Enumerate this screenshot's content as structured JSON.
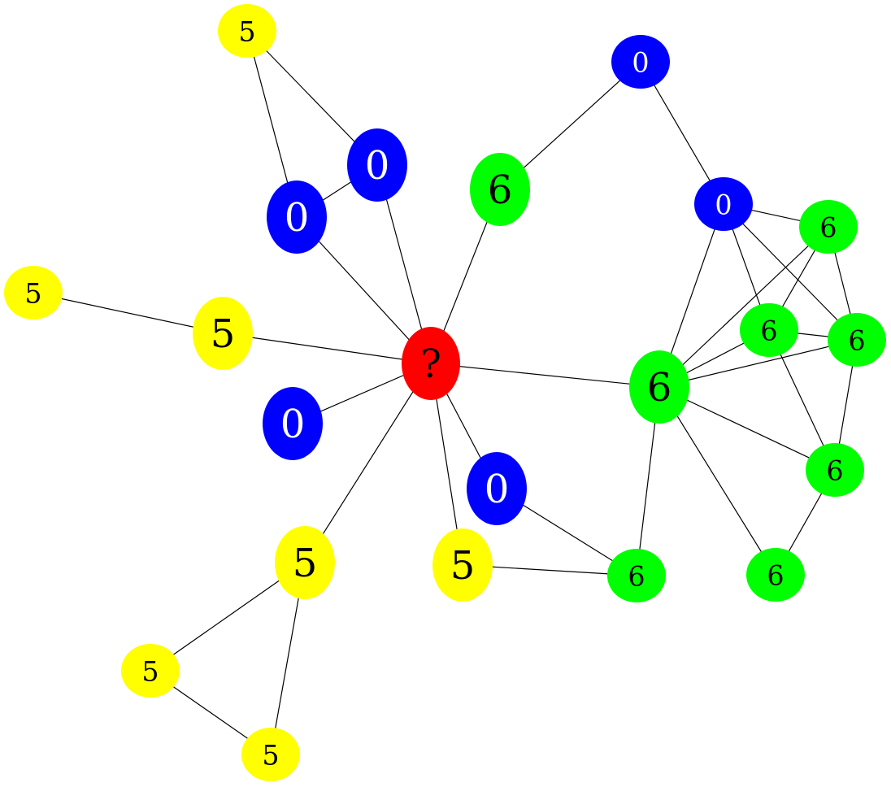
{
  "colors": {
    "yellow": "#ffff00",
    "blue": "#0000ff",
    "green": "#00ff00",
    "red": "#ff0000",
    "edge": "#000000"
  },
  "graph": {
    "nodes": [
      {
        "id": "q",
        "label": "?",
        "color": "red"
      },
      {
        "id": "y1",
        "label": "5",
        "color": "yellow"
      },
      {
        "id": "b1",
        "label": "0",
        "color": "blue"
      },
      {
        "id": "b2",
        "label": "0",
        "color": "blue"
      },
      {
        "id": "y2",
        "label": "5",
        "color": "yellow"
      },
      {
        "id": "y3",
        "label": "5",
        "color": "yellow"
      },
      {
        "id": "b3",
        "label": "0",
        "color": "blue"
      },
      {
        "id": "y4",
        "label": "5",
        "color": "yellow"
      },
      {
        "id": "y5",
        "label": "5",
        "color": "yellow"
      },
      {
        "id": "y6",
        "label": "5",
        "color": "yellow"
      },
      {
        "id": "y7",
        "label": "5",
        "color": "yellow"
      },
      {
        "id": "b4",
        "label": "0",
        "color": "blue"
      },
      {
        "id": "g1",
        "label": "6",
        "color": "green"
      },
      {
        "id": "b5",
        "label": "0",
        "color": "blue"
      },
      {
        "id": "b6",
        "label": "0",
        "color": "blue"
      },
      {
        "id": "g2",
        "label": "6",
        "color": "green"
      },
      {
        "id": "g3",
        "label": "6",
        "color": "green"
      },
      {
        "id": "g4",
        "label": "6",
        "color": "green"
      },
      {
        "id": "g5",
        "label": "6",
        "color": "green"
      },
      {
        "id": "g6",
        "label": "6",
        "color": "green"
      },
      {
        "id": "g7",
        "label": "6",
        "color": "green"
      },
      {
        "id": "g8",
        "label": "6",
        "color": "green"
      }
    ],
    "edges": [
      [
        "y1",
        "b1"
      ],
      [
        "y1",
        "b2"
      ],
      [
        "b1",
        "b2"
      ],
      [
        "b1",
        "q"
      ],
      [
        "b2",
        "q"
      ],
      [
        "y2",
        "y3"
      ],
      [
        "y3",
        "q"
      ],
      [
        "b3",
        "q"
      ],
      [
        "q",
        "y4"
      ],
      [
        "y4",
        "y5"
      ],
      [
        "y4",
        "y6"
      ],
      [
        "y5",
        "y6"
      ],
      [
        "q",
        "y7"
      ],
      [
        "q",
        "b4"
      ],
      [
        "q",
        "g1"
      ],
      [
        "q",
        "g4"
      ],
      [
        "g1",
        "b5"
      ],
      [
        "b5",
        "b6"
      ],
      [
        "b6",
        "g2"
      ],
      [
        "b6",
        "g3"
      ],
      [
        "b6",
        "g5"
      ],
      [
        "b6",
        "g4"
      ],
      [
        "g2",
        "g5"
      ],
      [
        "g2",
        "g3"
      ],
      [
        "g2",
        "g4"
      ],
      [
        "g3",
        "g5"
      ],
      [
        "g3",
        "g6"
      ],
      [
        "g3",
        "g4"
      ],
      [
        "g5",
        "g4"
      ],
      [
        "g5",
        "g6"
      ],
      [
        "g4",
        "g6"
      ],
      [
        "g4",
        "g7"
      ],
      [
        "g4",
        "g8"
      ],
      [
        "g6",
        "g8"
      ],
      [
        "b4",
        "g7"
      ],
      [
        "y7",
        "g7"
      ]
    ]
  }
}
